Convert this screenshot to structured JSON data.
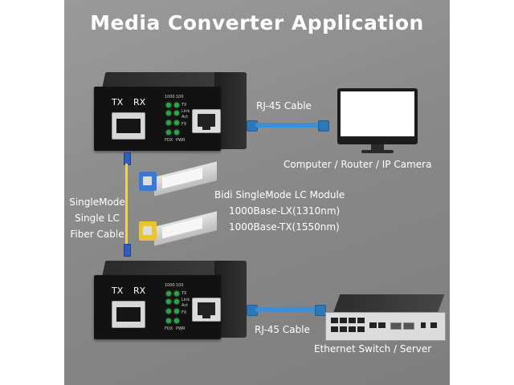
{
  "title": "Media Converter Application",
  "converter": {
    "port_tx": "TX",
    "port_rx": "RX",
    "led_header_1000": "1000",
    "led_header_100": "100",
    "led_tx": "TX",
    "led_link": "Link",
    "led_act": "Act",
    "led_fx": "FX",
    "led_fdx": "FDX",
    "led_pwr": "PWR",
    "led_color": "#2fa24a"
  },
  "labels": {
    "rj45_top": "RJ-45 Cable",
    "rj45_bottom": "RJ-45 Cable",
    "computer": "Computer / Router / IP Camera",
    "switch": "Ethernet Switch / Server",
    "fiber_line1": "SingleMode",
    "fiber_line2": "Single LC",
    "fiber_line3": "Fiber Cable",
    "module_line1": "Bidi SingleMode LC Module",
    "module_line2": "1000Base-LX(1310nm)",
    "module_line3": "1000Base-TX(1550nm)"
  },
  "colors": {
    "background": "#878787",
    "cable_blue": "#3a8fd6",
    "fiber_yellow": "#f2d44a",
    "module_blue": "#3b79d8",
    "module_yellow": "#e9c531"
  }
}
